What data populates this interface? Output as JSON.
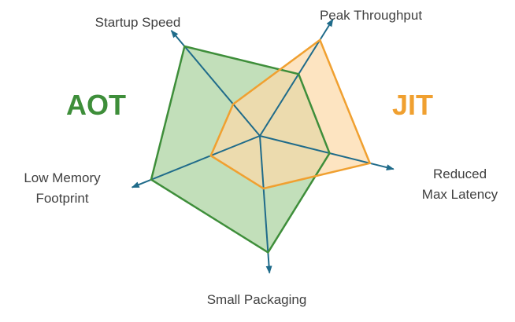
{
  "chart_data": {
    "type": "radar",
    "axes": [
      {
        "key": "startup_speed",
        "lines": [
          "Startup Speed"
        ]
      },
      {
        "key": "peak_throughput",
        "lines": [
          "Peak Throughput"
        ]
      },
      {
        "key": "reduced_max_latency",
        "lines": [
          "Reduced",
          "Max Latency"
        ]
      },
      {
        "key": "small_packaging",
        "lines": [
          "Small Packaging"
        ]
      },
      {
        "key": "low_memory_footprint",
        "lines": [
          "Low Memory",
          "Footprint"
        ]
      }
    ],
    "range": [
      0,
      1
    ],
    "series": [
      {
        "name": "AOT",
        "color": "#3e8e3a",
        "fill": "#c2dfba",
        "values": {
          "startup_speed": 0.93,
          "peak_throughput": 0.58,
          "reduced_max_latency": 0.57,
          "small_packaging": 0.93,
          "low_memory_footprint": 0.93
        }
      },
      {
        "name": "JIT",
        "color": "#f0a030",
        "fill": "#fcd9a9",
        "values": {
          "startup_speed": 0.33,
          "peak_throughput": 0.9,
          "reduced_max_latency": 0.9,
          "small_packaging": 0.42,
          "low_memory_footprint": 0.42
        }
      }
    ],
    "axis_color": "#1f6b8a"
  }
}
